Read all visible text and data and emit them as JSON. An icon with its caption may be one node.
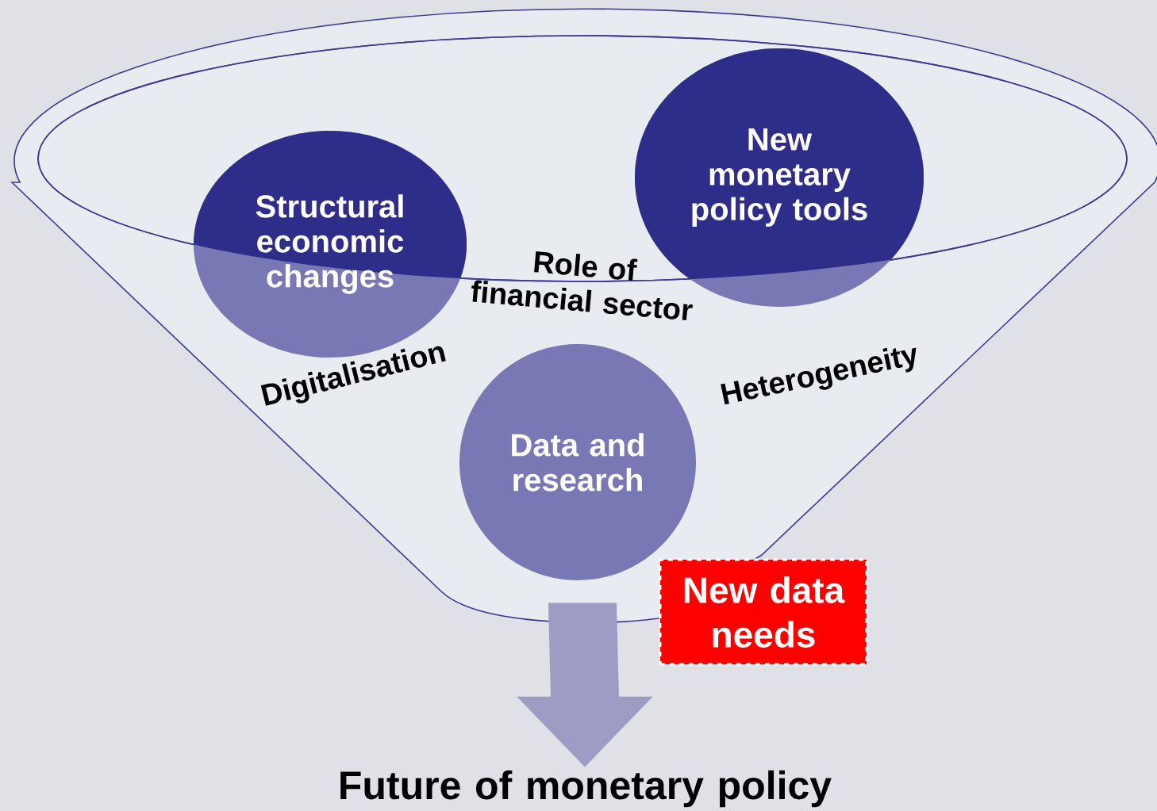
{
  "diagram": {
    "nodes": [
      {
        "text": [],
        "shape": "funnel"
      },
      {
        "text": [
          "Structural economic changes"
        ],
        "in": 0
      },
      {
        "text": [
          "New monetary policy tools"
        ],
        "in": 0
      },
      {
        "text": [
          "Data and research"
        ],
        "in": 0
      },
      {
        "text": [
          "New data needs"
        ]
      },
      {
        "text": [
          "Future of monetary policy"
        ]
      }
    ],
    "edges": [
      {
        "from": 0,
        "to": 5,
        "arrow": "to",
        "style": "thick"
      }
    ],
    "labels": [
      "Role of financial sector",
      "Digitalisation",
      "Heterogeneity"
    ]
  }
}
